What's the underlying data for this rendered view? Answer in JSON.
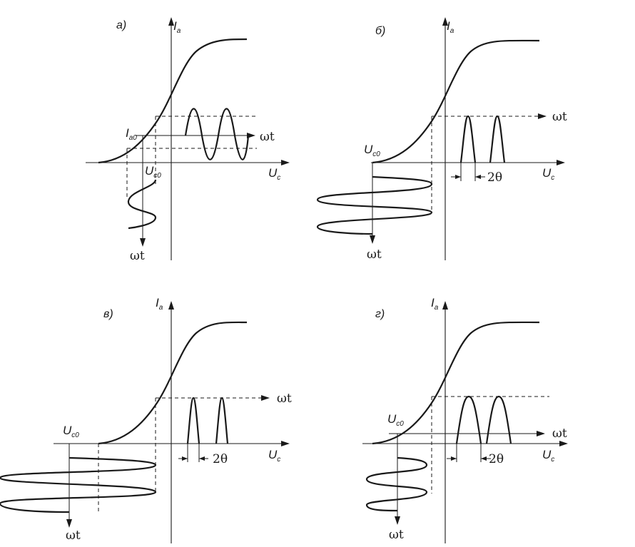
{
  "panels": [
    {
      "id": "a",
      "label": "а)",
      "y_axis": "I",
      "y_axis_sub": "a",
      "x_axis": "U",
      "x_axis_sub": "c",
      "bias": "U",
      "bias_sub": "c0",
      "ia0": "I",
      "ia0_sub": "a0",
      "wt_right": "ωt",
      "wt_down": "ωt"
    },
    {
      "id": "b",
      "label": "б)",
      "y_axis": "I",
      "y_axis_sub": "a",
      "x_axis": "U",
      "x_axis_sub": "c",
      "bias": "U",
      "bias_sub": "c0",
      "wt_right": "ωt",
      "wt_down": "ωt",
      "angle": "2θ"
    },
    {
      "id": "v",
      "label": "в)",
      "y_axis": "I",
      "y_axis_sub": "a",
      "x_axis": "U",
      "x_axis_sub": "c",
      "bias": "U",
      "bias_sub": "c0",
      "wt_right": "ωt",
      "wt_down": "ωt",
      "angle": "2θ"
    },
    {
      "id": "g",
      "label": "г)",
      "y_axis": "I",
      "y_axis_sub": "a",
      "x_axis": "U",
      "x_axis_sub": "c",
      "bias": "U",
      "bias_sub": "c0",
      "wt_right": "ωt",
      "wt_down": "ωt",
      "angle": "2θ"
    }
  ]
}
